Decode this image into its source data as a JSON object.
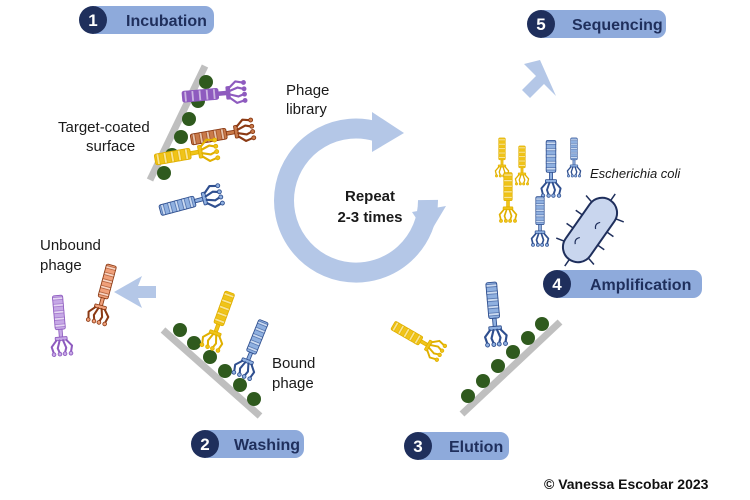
{
  "colors": {
    "pill": "#8eaadb",
    "badge": "#1f2f5c",
    "arrow": "#b4c7e7",
    "target": "#2f5a1e",
    "surface": "#bfbfbf",
    "phage_purple": "#8e5bbf",
    "phage_brown": "#8b3a14",
    "phage_yellow": "#f0c419",
    "phage_blue": "#2f4f8f",
    "phage_lightblue": "#8fb0e0",
    "ecoli_fill": "#c9d6ee",
    "ecoli_stroke": "#1f2f5c"
  },
  "steps": [
    {
      "num": "1",
      "label": "Incubation"
    },
    {
      "num": "2",
      "label": "Washing"
    },
    {
      "num": "3",
      "label": "Elution"
    },
    {
      "num": "4",
      "label": "Amplification"
    },
    {
      "num": "5",
      "label": "Sequencing"
    }
  ],
  "labels": {
    "phage_library_1": "Phage",
    "phage_library_2": "library",
    "target_surface_1": "Target-coated",
    "target_surface_2": "surface",
    "unbound_1": "Unbound",
    "unbound_2": "phage",
    "bound_1": "Bound",
    "bound_2": "phage",
    "ecoli": "Escherichia coli",
    "repeat_1": "Repeat",
    "repeat_2": "2-3 times"
  },
  "copyright": "© Vanessa Escobar 2023"
}
